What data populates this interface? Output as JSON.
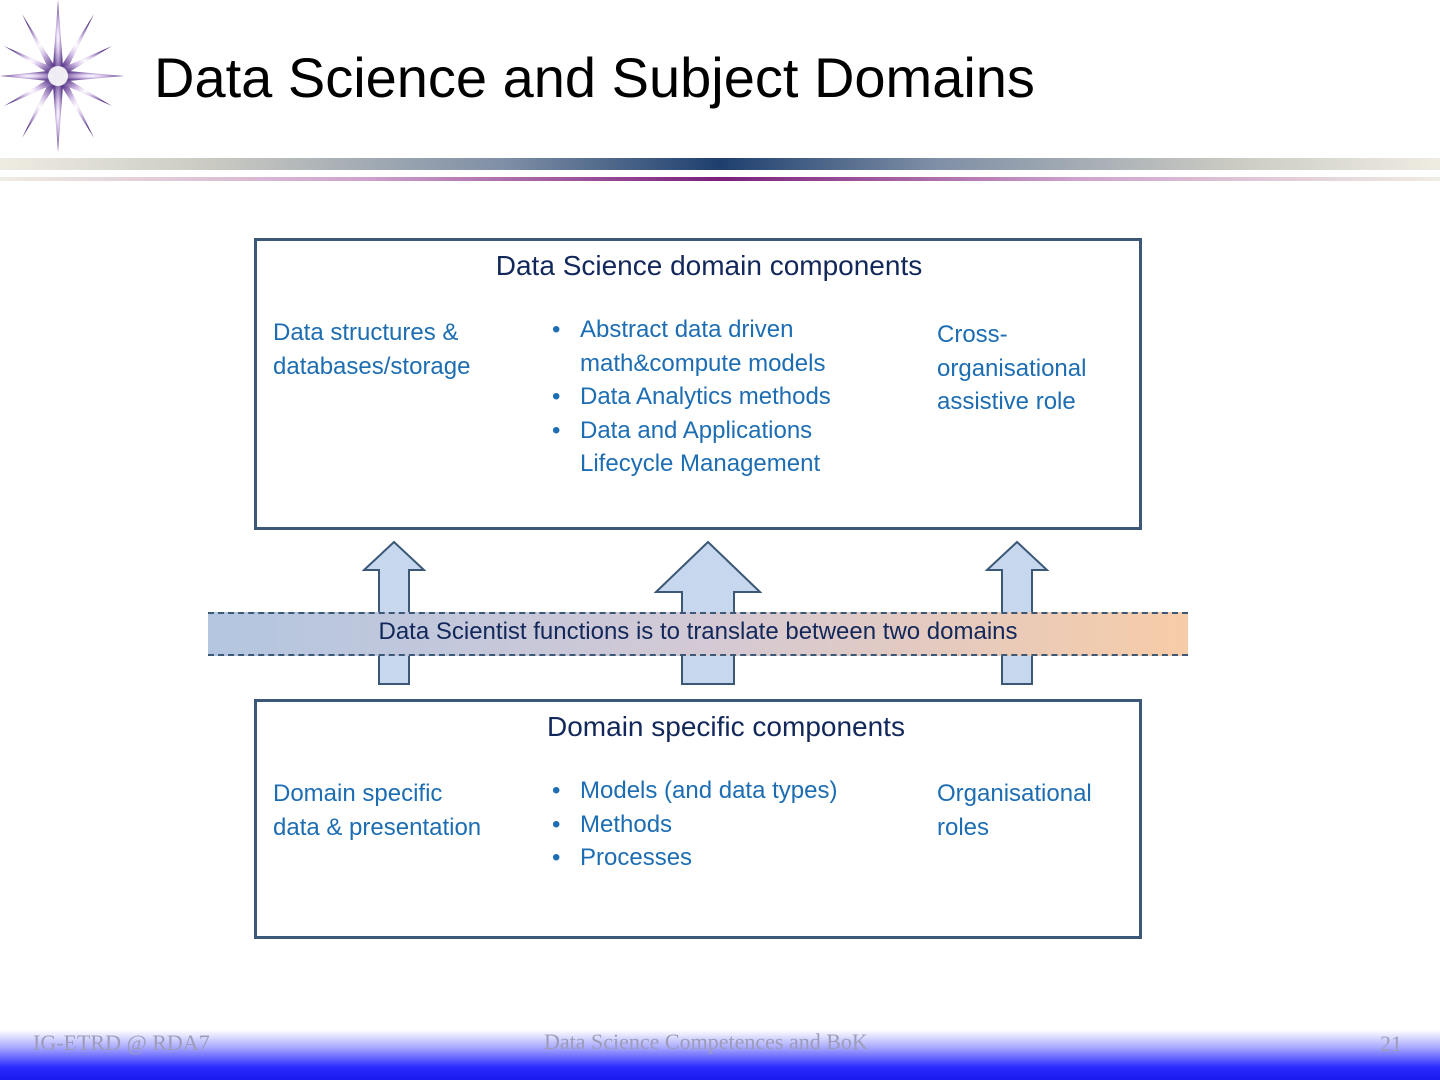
{
  "slide": {
    "title": "Data Science and Subject Domains"
  },
  "colors": {
    "box_border": "#3c5877",
    "title_text": "#12275a",
    "body_text": "#1d6db2",
    "arrow_fill": "#c6d7ee",
    "footer_blue": "#1a1aee"
  },
  "ds_box": {
    "title": "Data Science domain components",
    "left_text": "Data structures & databases/storage",
    "bullets": [
      "Abstract data driven math&compute models",
      "Data Analytics methods",
      "Data and Applications Lifecycle Management"
    ],
    "right_text": "Cross-organisational assistive role"
  },
  "band": {
    "label": "Data Scientist functions is to translate between two domains"
  },
  "domain_box": {
    "title": "Domain specific components",
    "left_text": "Domain specific data & presentation",
    "bullets": [
      "Models (and data types)",
      "Methods",
      "Processes"
    ],
    "right_text": "Organisational roles"
  },
  "footer": {
    "left": "IG-ETRD @ RDA7",
    "center": "Data Science Competences and BoK",
    "page_number": "21"
  },
  "icons": {
    "logo": "starburst-logo-icon",
    "arrows": "up-arrow-icon"
  }
}
